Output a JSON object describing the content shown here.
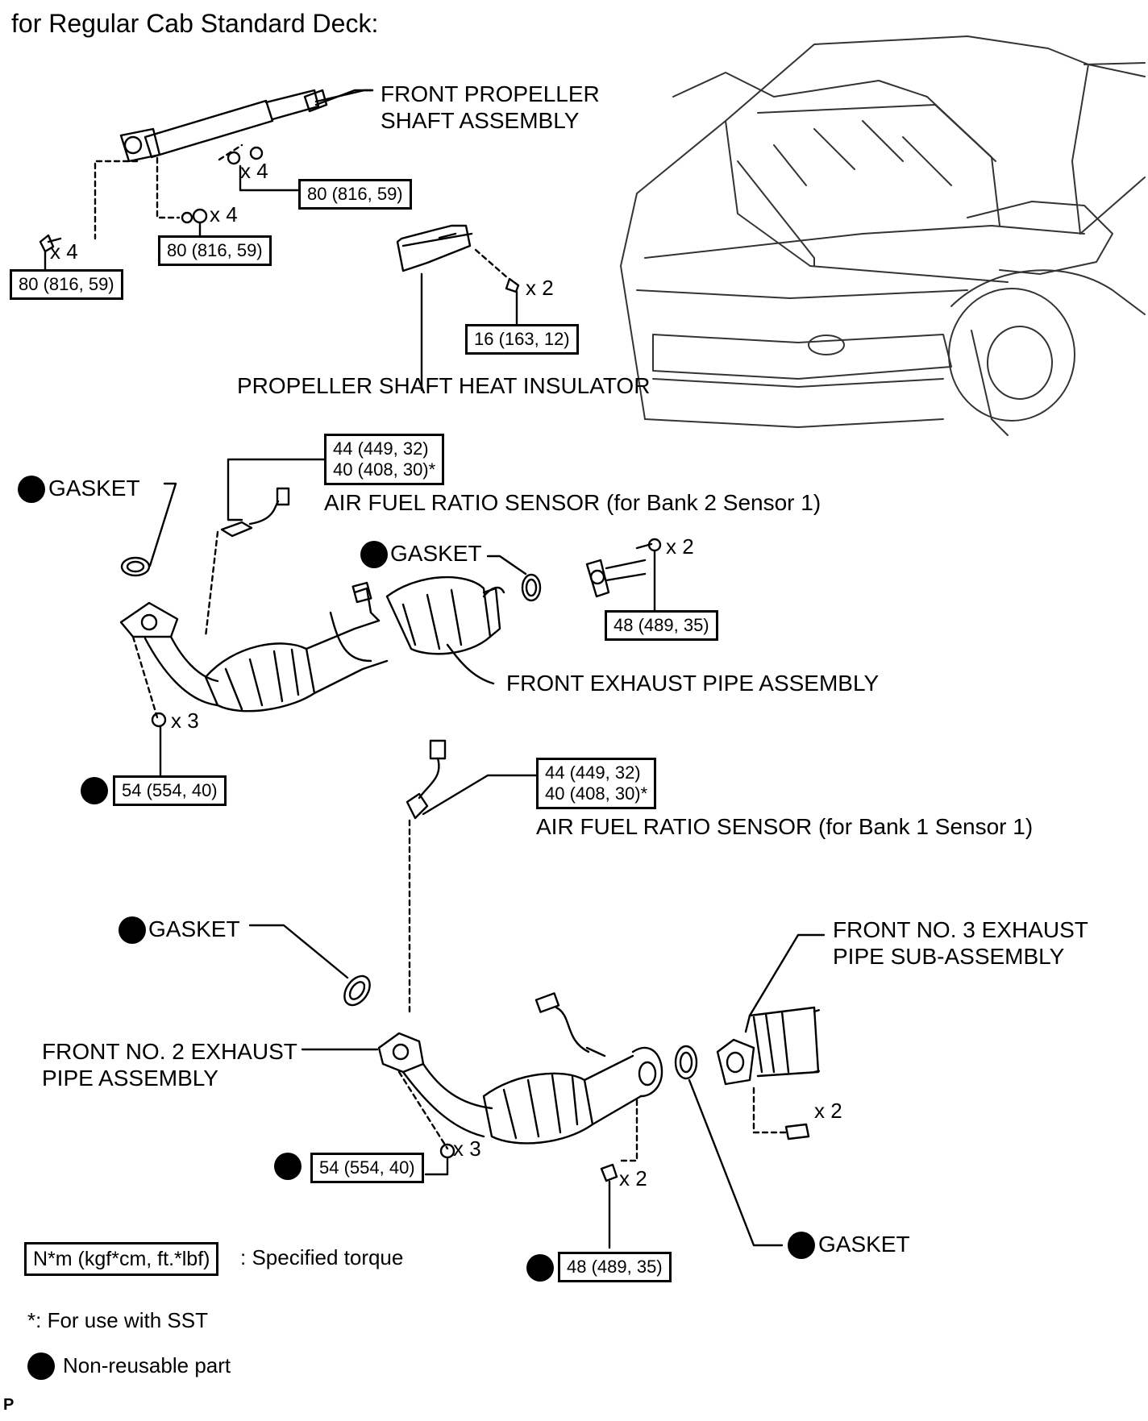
{
  "title": "for Regular Cab Standard Deck:",
  "labels": {
    "front_propeller_shaft": [
      "FRONT PROPELLER",
      "SHAFT ASSEMBLY"
    ],
    "propeller_shaft_heat_insulator": "PROPELLER SHAFT HEAT INSULATOR",
    "gasket": "GASKET",
    "af_sensor_bank2": "AIR FUEL RATIO SENSOR (for Bank 2 Sensor 1)",
    "af_sensor_bank1": "AIR FUEL RATIO SENSOR (for Bank 1 Sensor 1)",
    "front_exhaust_pipe": "FRONT EXHAUST PIPE ASSEMBLY",
    "front_no3_exhaust": [
      "FRONT NO. 3 EXHAUST",
      "PIPE SUB-ASSEMBLY"
    ],
    "front_no2_exhaust": [
      "FRONT NO. 2 EXHAUST",
      "PIPE ASSEMBLY"
    ]
  },
  "torque": {
    "propshaft_a": "80 (816, 59)",
    "propshaft_b": "80 (816, 59)",
    "propshaft_c": "80 (816, 59)",
    "heat_insulator": "16 (163, 12)",
    "sensor_bank2": [
      "44 (449, 32)",
      "40 (408, 30)*"
    ],
    "front_pipe_flange": "48 (489, 35)",
    "front_pipe_nut": "54 (554, 40)",
    "sensor_bank1": [
      "44 (449, 32)",
      "40 (408, 30)*"
    ],
    "no2_pipe_nut": "54 (554, 40)",
    "no2_pipe_rear": "48 (489, 35)"
  },
  "quantities": {
    "x4": "x 4",
    "x3": "x 3",
    "x2": "x 2"
  },
  "legend": {
    "torque_box": "N*m (kgf*cm, ft.*lbf)",
    "torque_desc": ": Specified torque",
    "sst": "*: For use with SST",
    "non_reusable": "Non-reusable part"
  },
  "footer_mark": "P"
}
